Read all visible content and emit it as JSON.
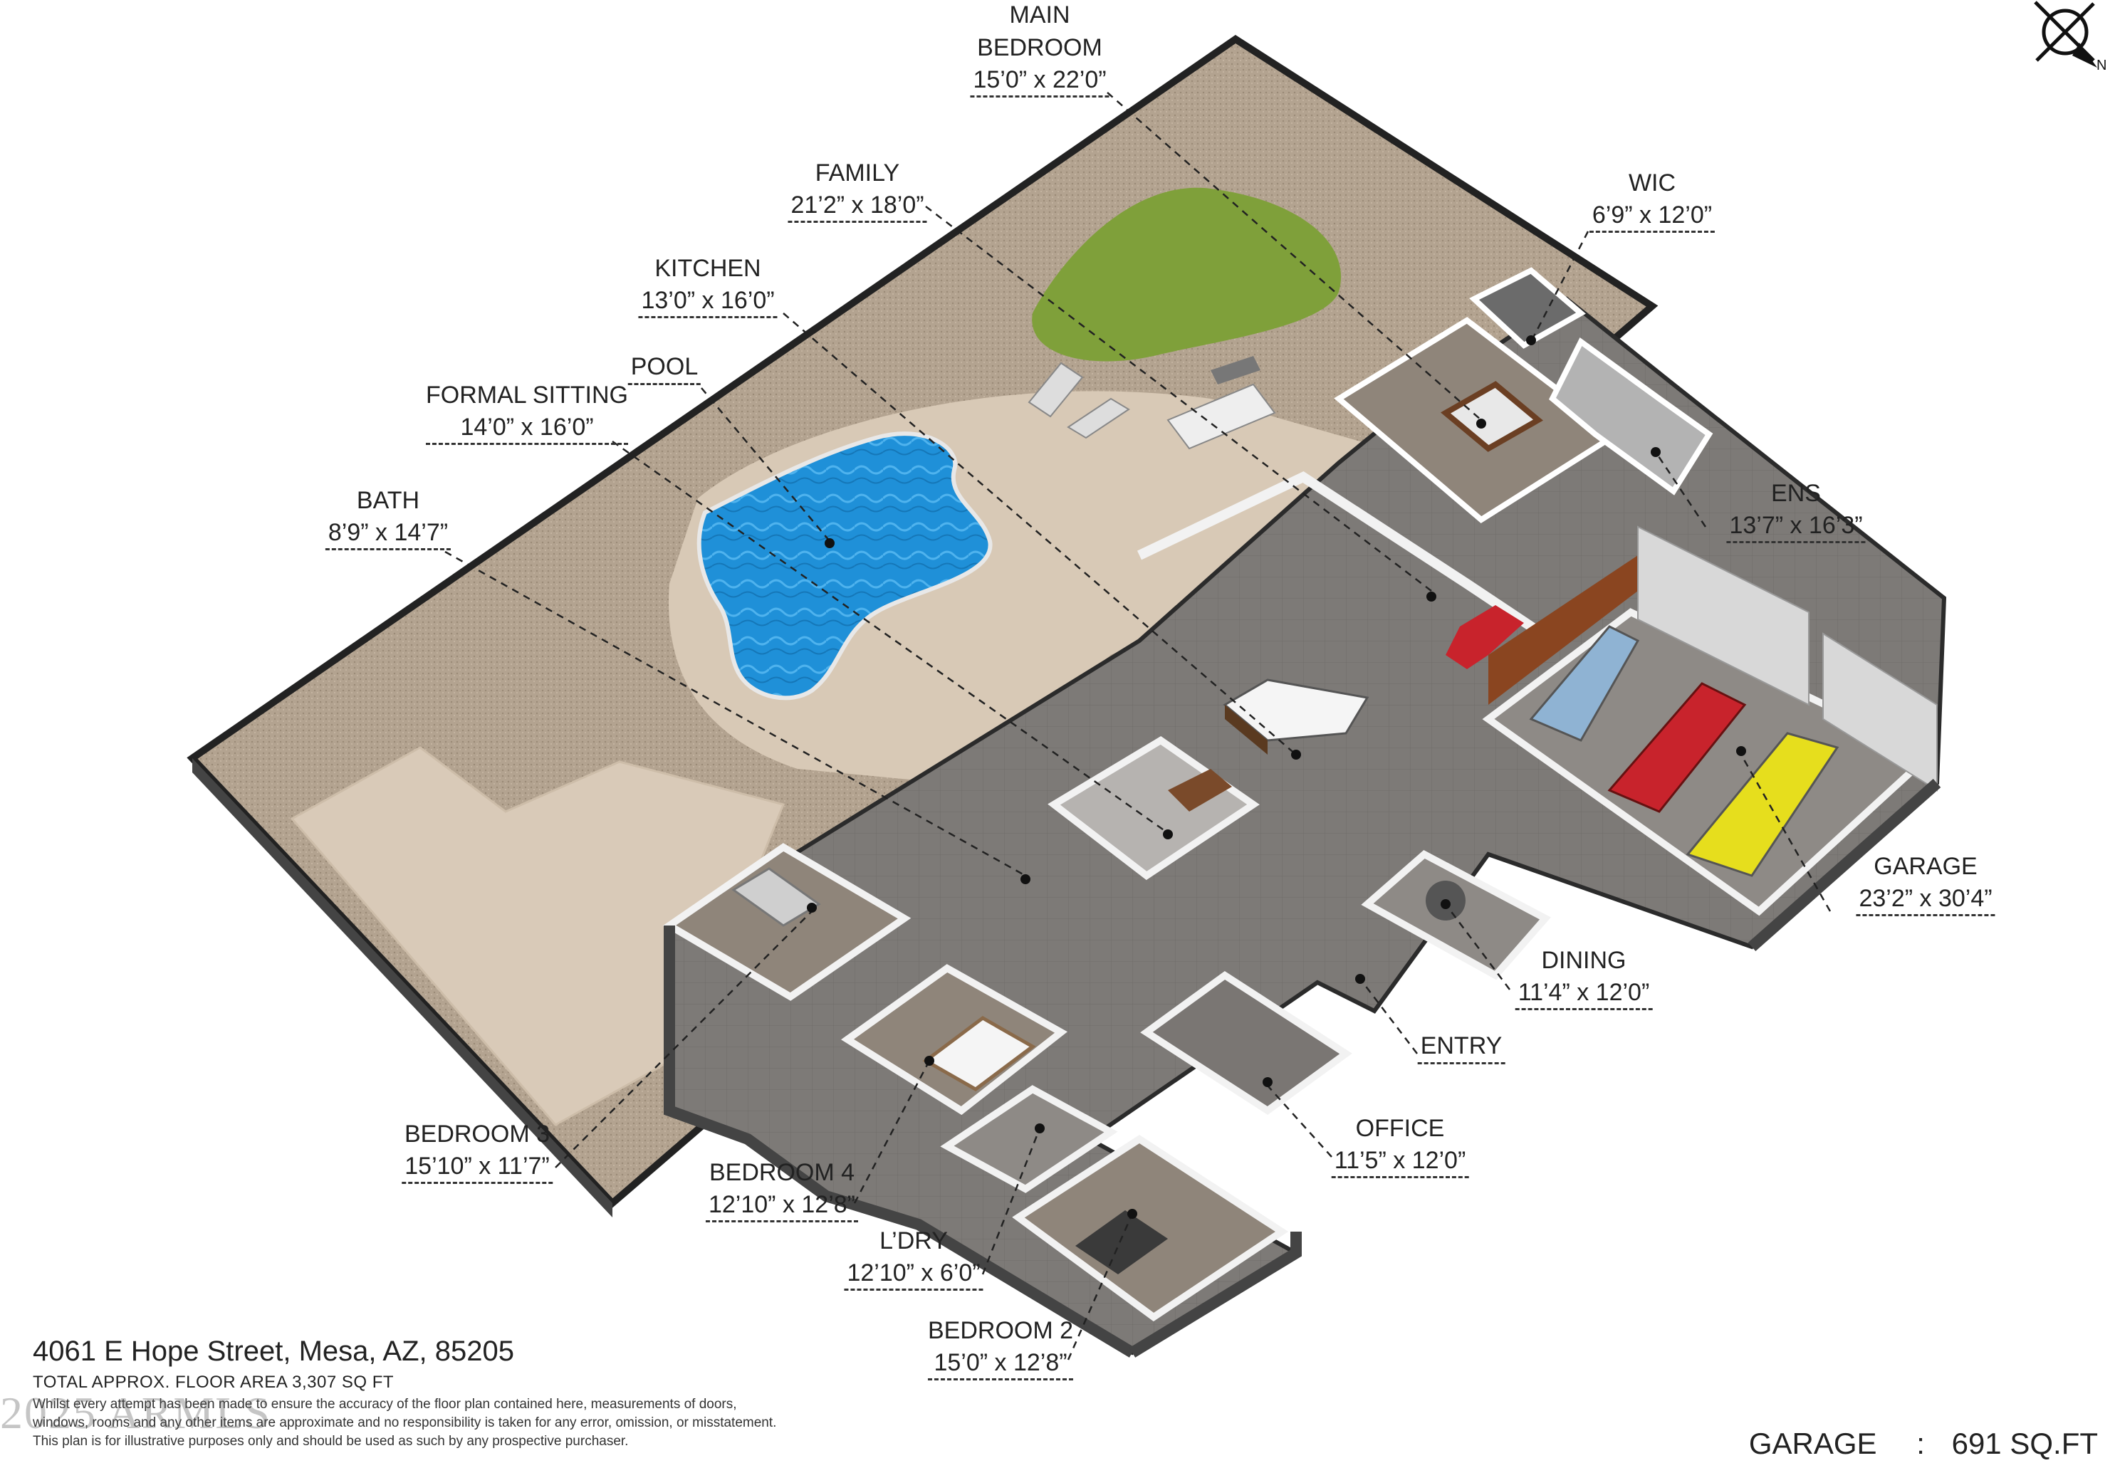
{
  "rooms": [
    {
      "id": "main-bedroom",
      "name": [
        "MAIN",
        "BEDROOM"
      ],
      "dim": "15’0” x 22’0”"
    },
    {
      "id": "family",
      "name": [
        "FAMILY"
      ],
      "dim": "21’2” x 18’0”"
    },
    {
      "id": "kitchen",
      "name": [
        "KITCHEN"
      ],
      "dim": "13’0” x 16’0”"
    },
    {
      "id": "pool",
      "name": [
        "POOL"
      ],
      "dim": ""
    },
    {
      "id": "formal-sitting",
      "name": [
        "FORMAL SITTING"
      ],
      "dim": "14’0” x 16’0”"
    },
    {
      "id": "bath",
      "name": [
        "BATH"
      ],
      "dim": "8’9” x 14’7”"
    },
    {
      "id": "wic",
      "name": [
        "WIC"
      ],
      "dim": "6’9” x 12’0”"
    },
    {
      "id": "ens",
      "name": [
        "ENS"
      ],
      "dim": "13’7” x 16’3”"
    },
    {
      "id": "garage",
      "name": [
        "GARAGE"
      ],
      "dim": "23’2” x 30’4”"
    },
    {
      "id": "dining",
      "name": [
        "DINING"
      ],
      "dim": "11’4” x 12’0”"
    },
    {
      "id": "entry",
      "name": [
        "ENTRY"
      ],
      "dim": ""
    },
    {
      "id": "office",
      "name": [
        "OFFICE"
      ],
      "dim": "11’5” x 12’0”"
    },
    {
      "id": "bedroom-3",
      "name": [
        "BEDROOM 3"
      ],
      "dim": "15’10” x 11’7”"
    },
    {
      "id": "bedroom-4",
      "name": [
        "BEDROOM 4"
      ],
      "dim": "12’10” x 12’8”"
    },
    {
      "id": "laundry",
      "name": [
        "L’DRY"
      ],
      "dim": "12’10” x 6’0”"
    },
    {
      "id": "bedroom-2",
      "name": [
        "BEDROOM 2"
      ],
      "dim": "15’0” x 12’8”"
    }
  ],
  "address": "4061 E Hope Street, Mesa, AZ, 85205",
  "total_area": "TOTAL APPROX. FLOOR AREA 3,307 SQ FT",
  "disclaimer": [
    "Whilst every attempt has been made to ensure the accuracy of the floor plan contained here, measurements of doors,",
    "windows, rooms and any other items are approximate and no responsibility is taken for any error, omission, or misstatement.",
    "This plan is for illustrative purposes only and should be used as such by any prospective purchaser."
  ],
  "garage_area": {
    "label": "GARAGE",
    "sep": ":",
    "value": "691 SQ.FT"
  },
  "watermark": "2025 ARMLS",
  "compass": {
    "north_label": "N"
  },
  "colors": {
    "yard": "#b5a592",
    "patio": "#d9cab8",
    "interior_floor": "#7a7673",
    "bedroom_floor": "#8f857a",
    "wall": "#f2f2f2",
    "wall_edge": "#2b2b2b",
    "pool": "#1f8fd6",
    "lawn": "#7fa03a",
    "car_blue": "#8fb3d3",
    "car_red": "#c8232c",
    "car_yellow": "#e6de1d"
  }
}
